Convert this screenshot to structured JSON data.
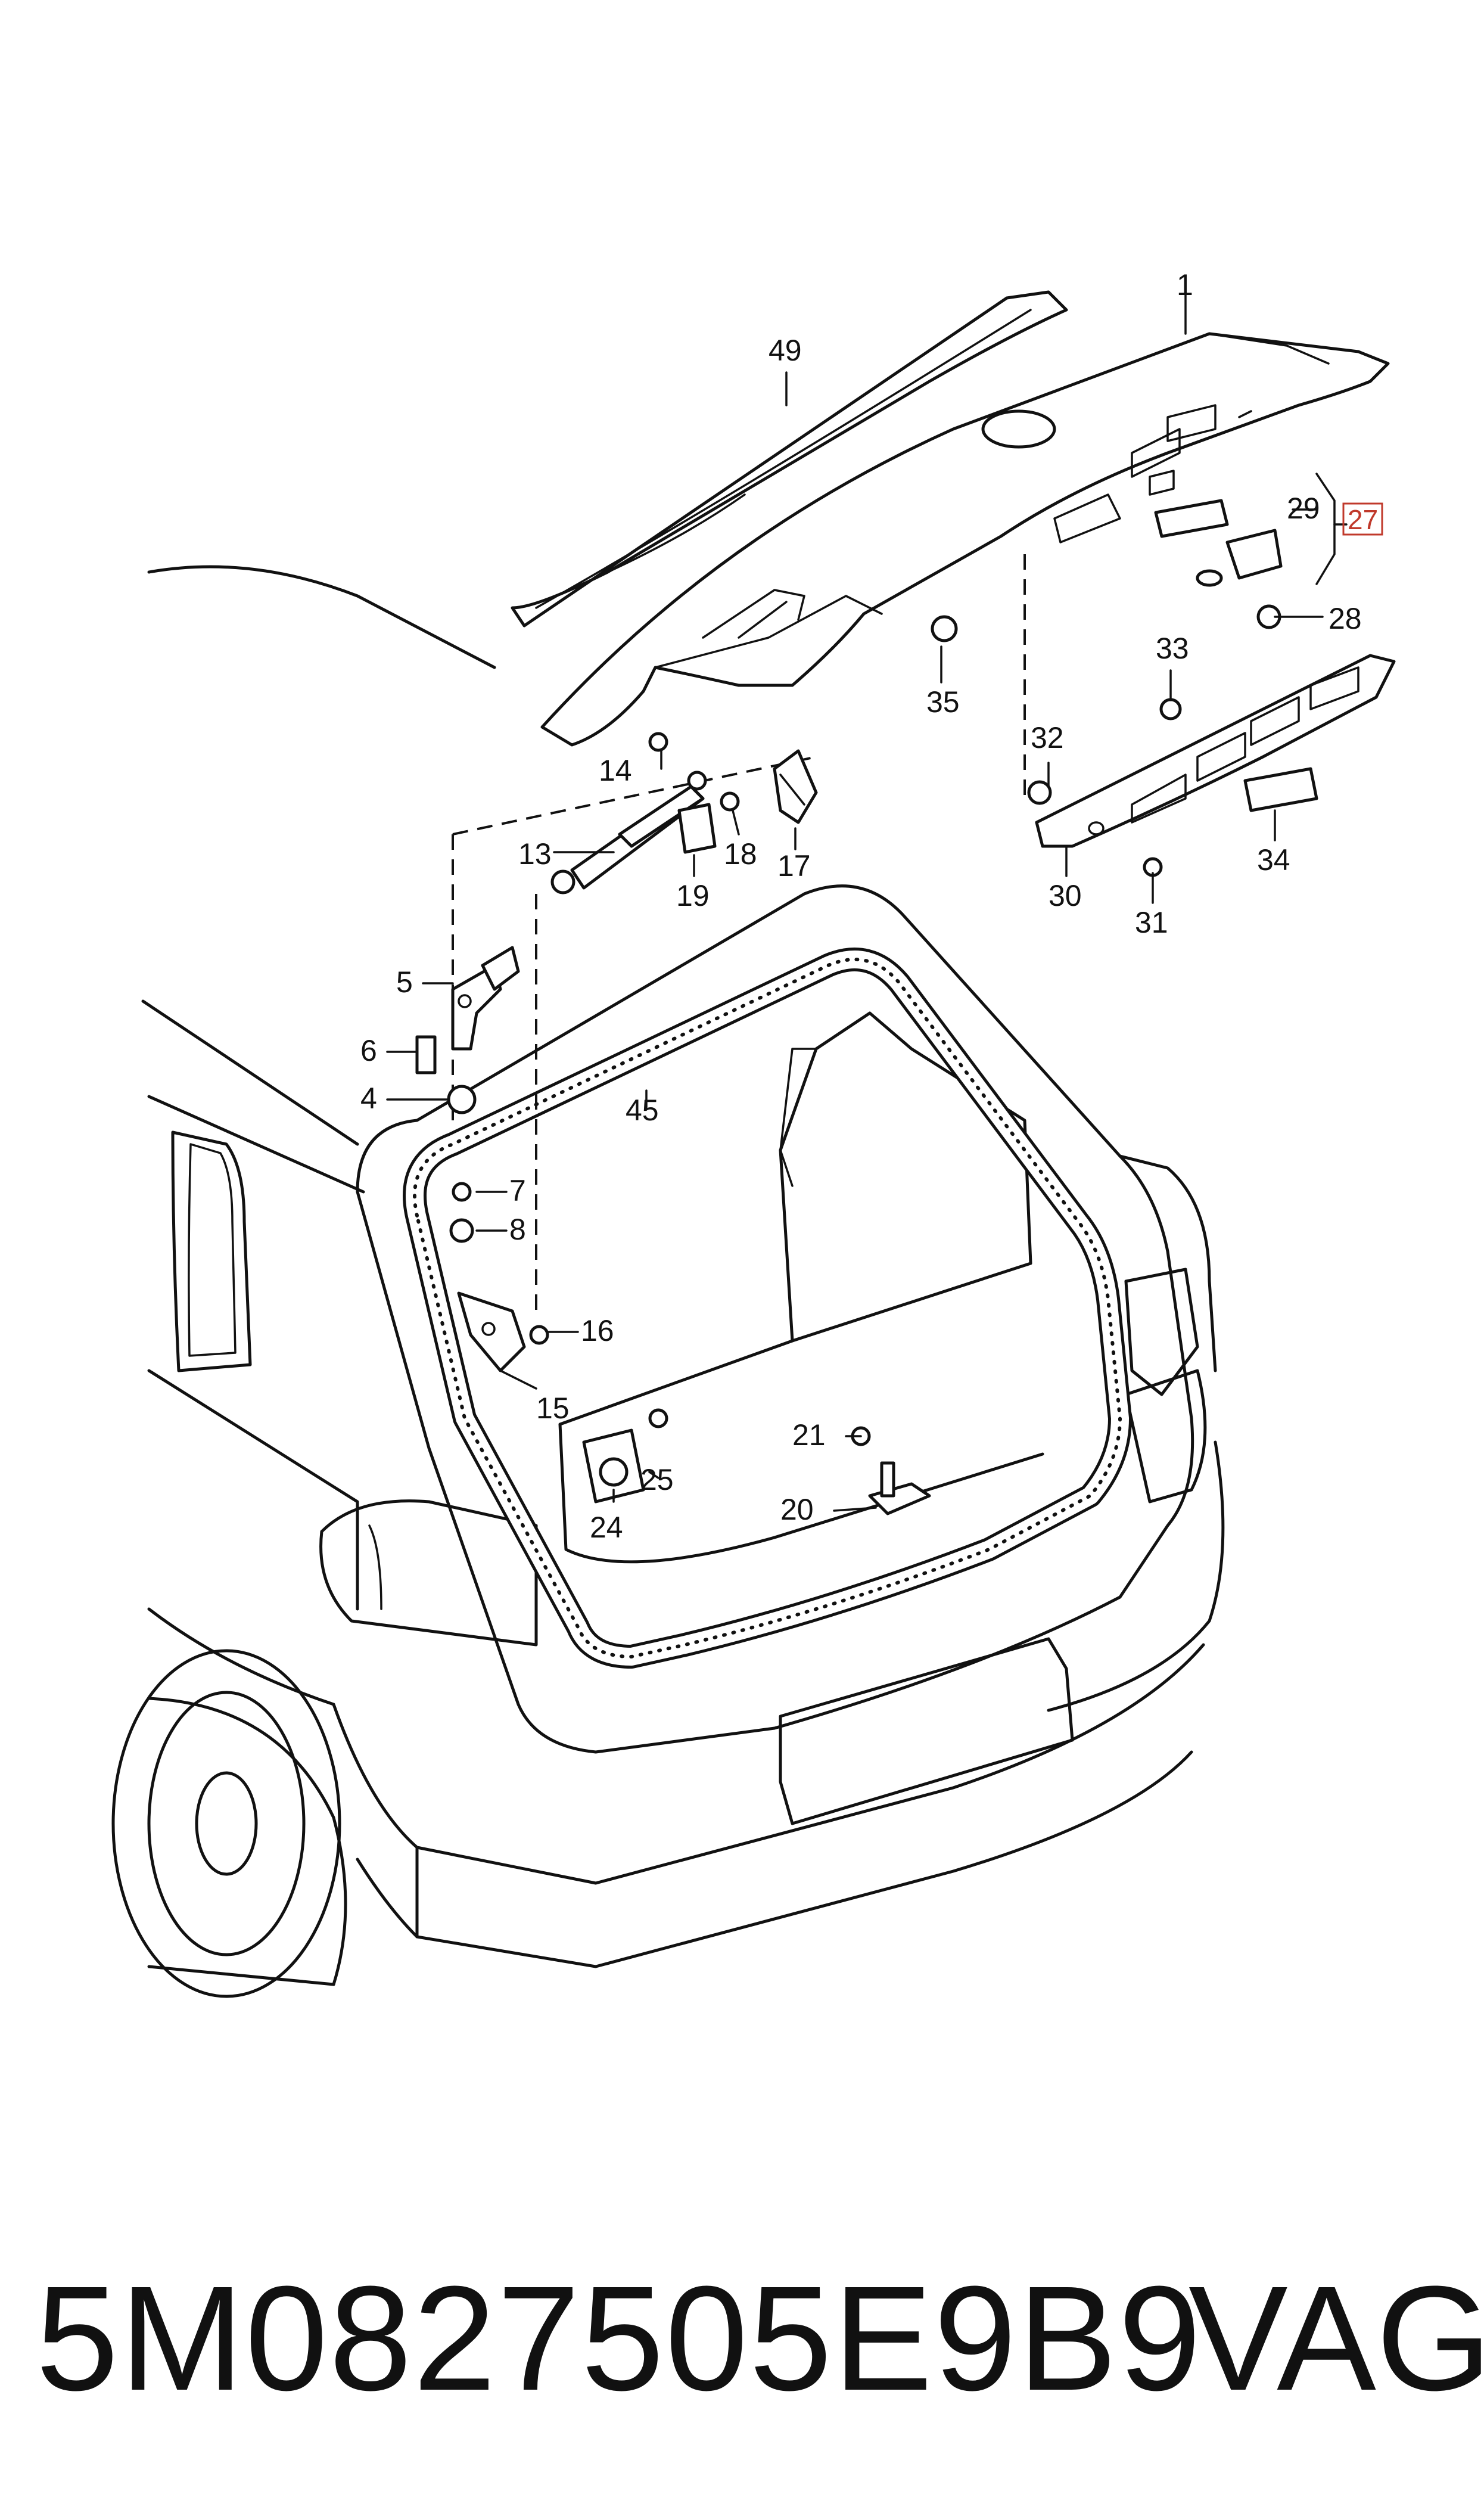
{
  "callouts": {
    "c1": "1",
    "c4": "4",
    "c5": "5",
    "c6": "6",
    "c7": "7",
    "c8": "8",
    "c13": "13",
    "c14": "14",
    "c15": "15",
    "c16": "16",
    "c17": "17",
    "c18": "18",
    "c19": "19",
    "c20": "20",
    "c21": "21",
    "c24": "24",
    "c25": "25",
    "c27": "27",
    "c28": "28",
    "c29": "29",
    "c30": "30",
    "c31": "31",
    "c32": "32",
    "c33": "33",
    "c34": "34",
    "c35": "35",
    "c45": "45",
    "c49": "49"
  },
  "caption": {
    "part_number": "5M0827505E9B9",
    "brand": "VAG"
  },
  "colors": {
    "line": "#111111",
    "highlight": "#c0392b",
    "background": "#ffffff"
  }
}
